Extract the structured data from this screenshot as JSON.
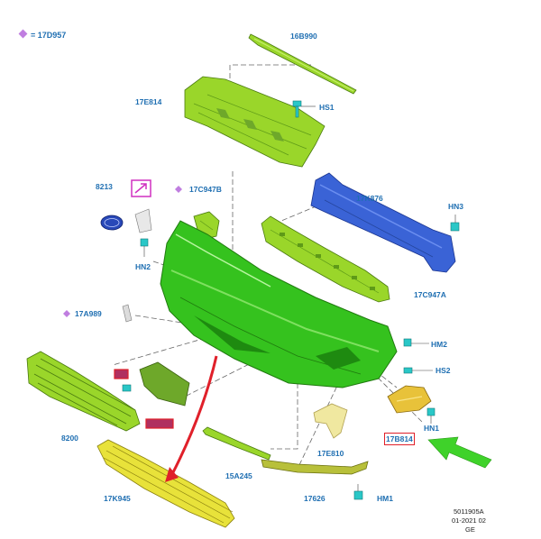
{
  "legend": {
    "text": "= 17D957",
    "color": "#c07ee0"
  },
  "labels": {
    "p16B990": "16B990",
    "p17E814": "17E814",
    "HS1": "HS1",
    "p8213": "8213",
    "p17C947B": "17C947B",
    "p17K876": "17K876",
    "HN3": "HN3",
    "HN2": "HN2",
    "p17C947A": "17C947A",
    "p17A989": "17A989",
    "HM2": "HM2",
    "HS2": "HS2",
    "HN1": "HN1",
    "p17B814": "17B814",
    "p8200": "8200",
    "p17E810": "17E810",
    "p15A245": "15A245",
    "p17626": "17626",
    "HM1": "HM1",
    "p17K945": "17K945"
  },
  "ref": {
    "code": "5011905A",
    "date": "01-2021 02",
    "region": "GE"
  },
  "colors": {
    "label": "#1f6fb2",
    "bumper": "#35c21e",
    "lime": "#9ad62a",
    "blue": "#3a63d6",
    "yellow": "#e8e23a",
    "gold": "#e8c23a",
    "red": "#e0202a",
    "arrow_green": "#3fd22a",
    "teal": "#2ac7c7"
  }
}
